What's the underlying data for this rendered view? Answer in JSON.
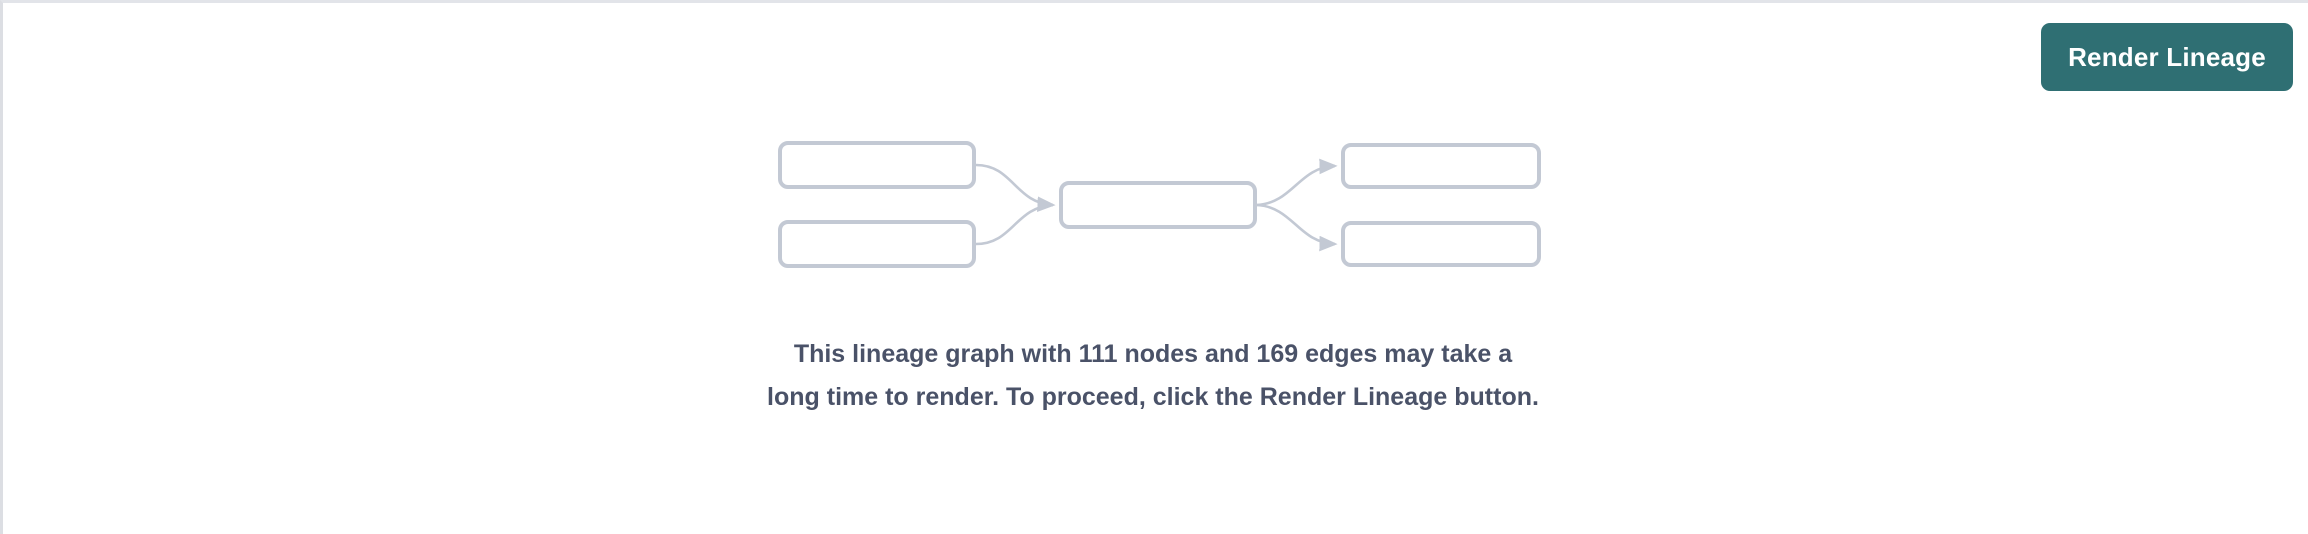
{
  "panel": {
    "background_color": "#ffffff",
    "border_color": "#e2e4e9"
  },
  "toolbar": {
    "render_button_label": "Render Lineage",
    "render_button_color": "#2f6f73",
    "render_button_text_color": "#ffffff"
  },
  "graph_placeholder": {
    "node_border_color": "#c3c9d4",
    "edge_color": "#c3c9d4",
    "nodes": [
      {
        "id": "left-1",
        "label": ""
      },
      {
        "id": "left-2",
        "label": ""
      },
      {
        "id": "center-1",
        "label": ""
      },
      {
        "id": "right-1",
        "label": ""
      },
      {
        "id": "right-2",
        "label": ""
      }
    ],
    "edges": [
      {
        "from": "left-1",
        "to": "center-1"
      },
      {
        "from": "left-2",
        "to": "center-1"
      },
      {
        "from": "center-1",
        "to": "right-1"
      },
      {
        "from": "center-1",
        "to": "right-2"
      }
    ]
  },
  "message": {
    "text_color": "#4a5268",
    "node_count": "111",
    "edge_count": "169",
    "line1": "This lineage graph with 111 nodes and 169 edges may take",
    "line2": "a long time to render. To proceed, click the Render Lineage",
    "line3": "button."
  }
}
